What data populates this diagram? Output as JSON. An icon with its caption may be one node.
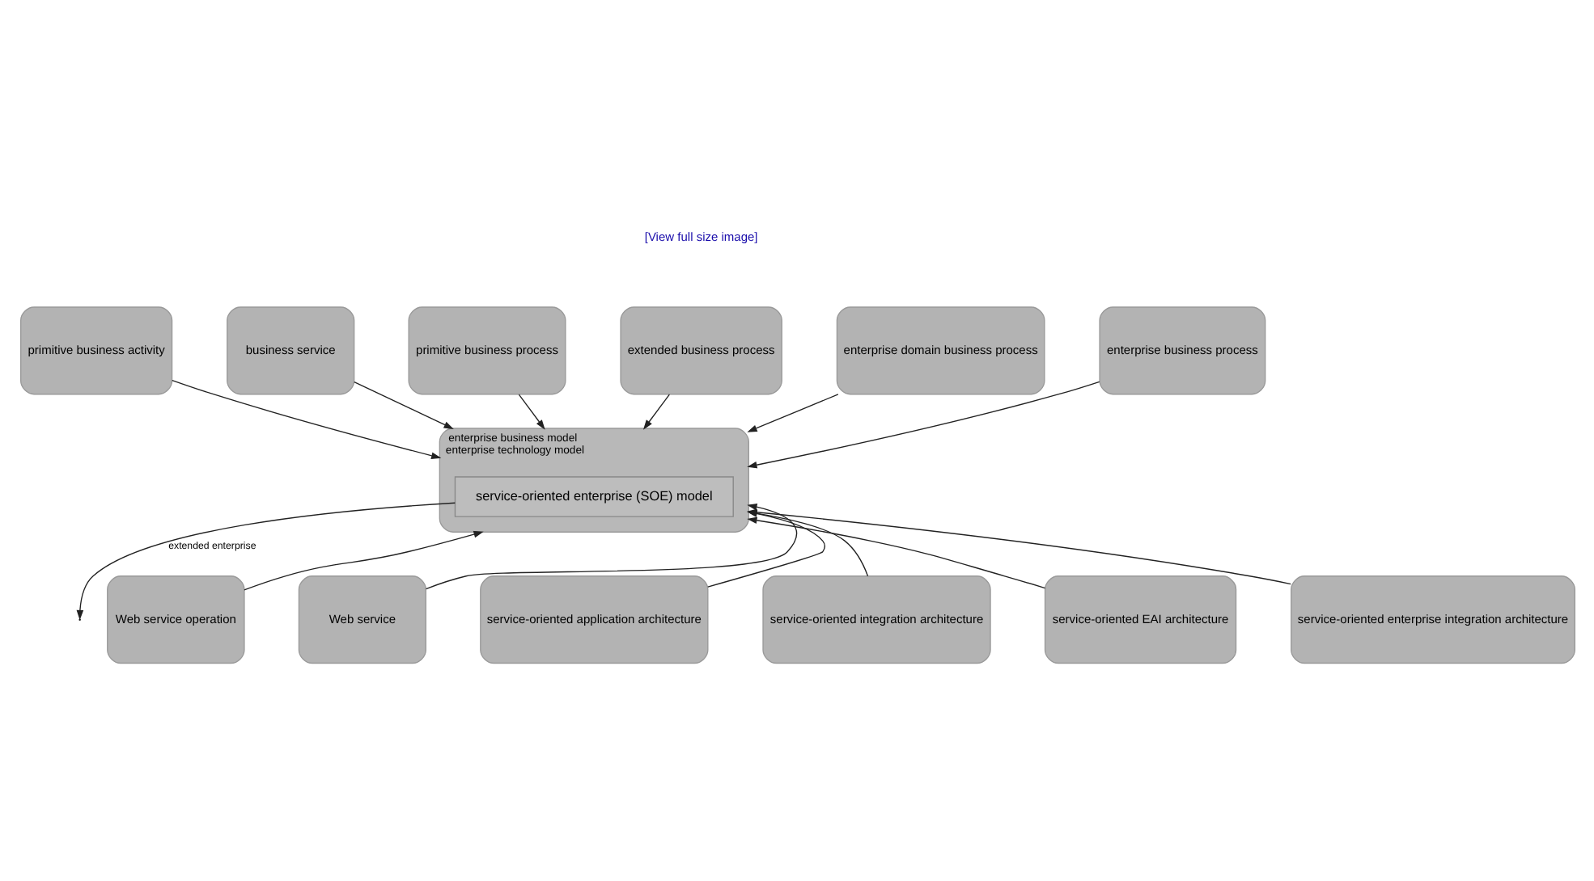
{
  "diagram": {
    "nodes": [
      {
        "text": [
          "primitive business activity"
        ]
      },
      {
        "text": [
          "business service"
        ]
      },
      {
        "text": [
          "primitive business process"
        ]
      },
      {
        "text": [
          "extended business process"
        ]
      },
      {
        "text": [
          "enterprise domain business process"
        ]
      },
      {
        "text": [
          "enterprise business process"
        ]
      },
      {
        "text": [
          "enterprise business model",
          "enterprise technology model"
        ]
      },
      {
        "text": [
          "service-oriented enterprise (SOE) model"
        ],
        "in": 6
      },
      {
        "text": [
          "Web service operation"
        ]
      },
      {
        "text": [
          "Web service"
        ]
      },
      {
        "text": [
          "service-oriented application architecture"
        ]
      },
      {
        "text": [
          "service-oriented integration architecture"
        ]
      },
      {
        "text": [
          "service-oriented EAI architecture"
        ]
      },
      {
        "text": [
          "service-oriented enterprise integration architecture"
        ]
      }
    ],
    "edges": [
      {
        "from": 0,
        "to": 6,
        "arrow": "to"
      },
      {
        "from": 1,
        "to": 6,
        "arrow": "to"
      },
      {
        "from": 2,
        "to": 6,
        "arrow": "to"
      },
      {
        "from": 3,
        "to": 6,
        "arrow": "to"
      },
      {
        "from": 4,
        "to": 6,
        "arrow": "to"
      },
      {
        "from": 5,
        "to": 6,
        "arrow": "to"
      },
      {
        "from": 8,
        "to": 6,
        "arrow": "to"
      },
      {
        "from": 9,
        "to": 6,
        "arrow": "to"
      },
      {
        "from": 10,
        "to": 6,
        "arrow": "to"
      },
      {
        "from": 11,
        "to": 6,
        "arrow": "to"
      },
      {
        "from": 12,
        "to": 6,
        "arrow": "to"
      },
      {
        "from": 13,
        "to": 6,
        "arrow": "to"
      },
      {
        "from": 7,
        "to": null,
        "label": "extended enterprise",
        "arrow": "to"
      }
    ],
    "labels": [
      "[View full size image]"
    ]
  }
}
